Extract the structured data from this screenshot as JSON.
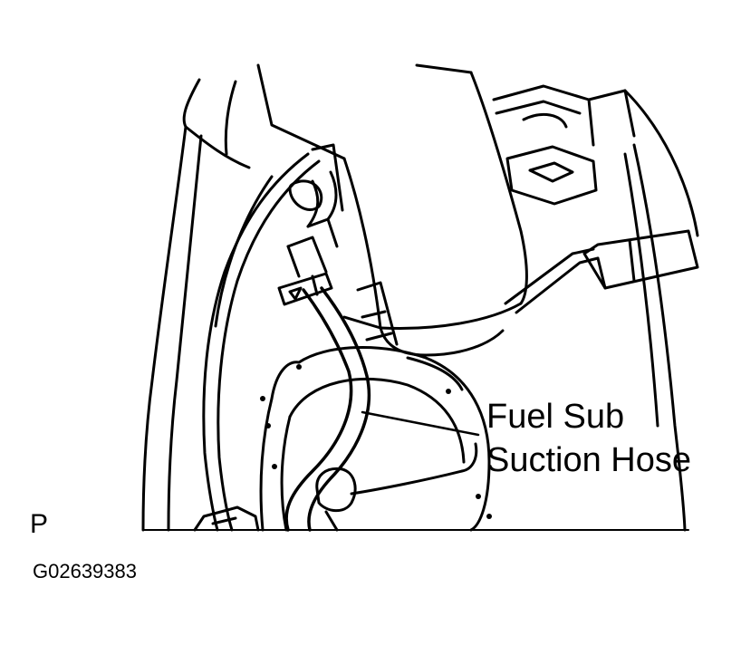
{
  "callout": {
    "line1": "Fuel Sub",
    "line2": "Suction Hose"
  },
  "view_letter": "P",
  "figure_code": "G02639383",
  "colors": {
    "ink": "#000000",
    "paper": "#ffffff"
  }
}
